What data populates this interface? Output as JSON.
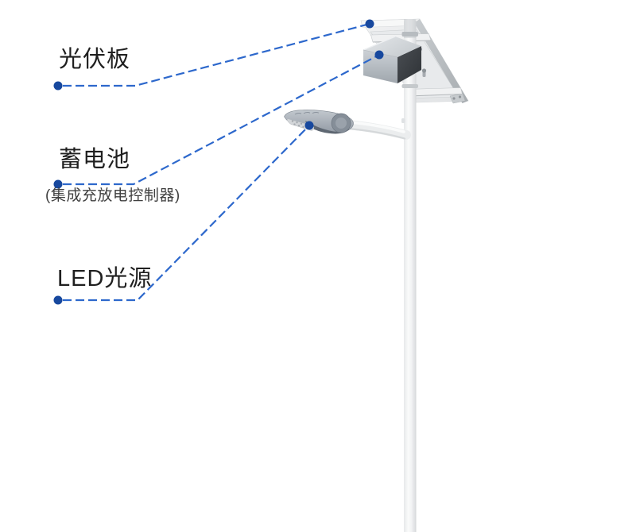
{
  "callouts": {
    "solar_panel": {
      "label": "光伏板"
    },
    "battery": {
      "label": "蓄电池",
      "sublabel": "(集成充放电控制器)"
    },
    "led": {
      "label": "LED光源"
    }
  },
  "colors": {
    "leader_line": "#2d68cc",
    "leader_dot": "#17489e",
    "label_text": "#1f1f1f",
    "sublabel_text": "#3f3f3f",
    "background": "#ffffff"
  }
}
